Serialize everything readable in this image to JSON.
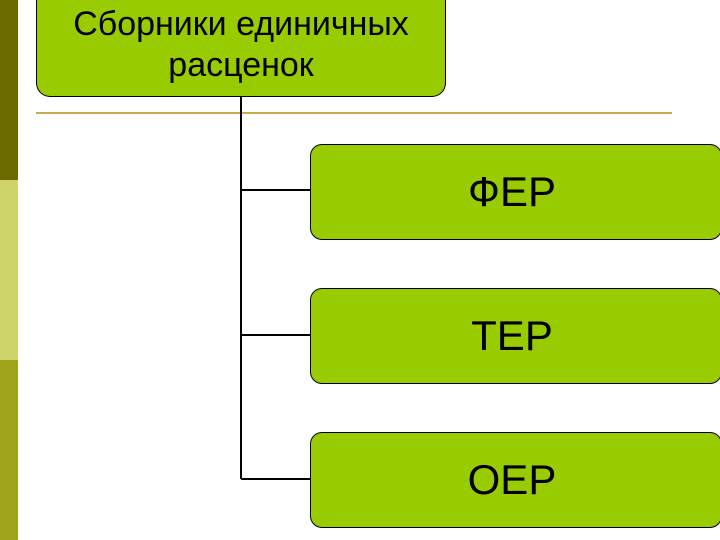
{
  "diagram": {
    "root": {
      "label": "Сборники единичных\nрасценок"
    },
    "children": [
      {
        "label": "ФЕР"
      },
      {
        "label": "ТЕР"
      },
      {
        "label": "ОЕР"
      }
    ]
  },
  "theme": {
    "box_fill": "#99cc00",
    "box_border": "#000000",
    "divider_color": "#c9ab52",
    "stripe_colors": [
      "#6b6b00",
      "#cfd46a",
      "#a0a41a"
    ]
  }
}
